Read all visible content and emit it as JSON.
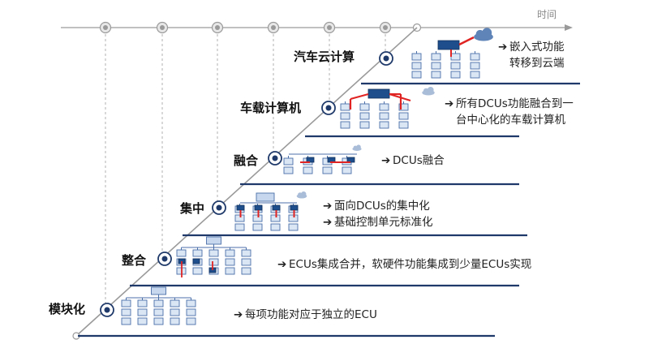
{
  "axis": {
    "time_label": "时间"
  },
  "colors": {
    "timeline": "#9a9a9a",
    "stair": "#1f3a6a",
    "box_fill": "#dbe6f5",
    "box_stroke": "#4b6fa8",
    "chip": "#1f4e8c",
    "link": "#e02424",
    "cloud": "#5f84b8"
  },
  "stages": [
    {
      "label": "模块化",
      "desc": [
        "每项功能对应于独立的ECU"
      ]
    },
    {
      "label": "整合",
      "desc": [
        "ECUs集成合并，软硬件功能集成到少量ECUs实现"
      ]
    },
    {
      "label": "集中",
      "desc": [
        "面向DCUs的集中化",
        "基础控制单元标准化"
      ]
    },
    {
      "label": "融合",
      "desc": [
        "DCUs融合"
      ]
    },
    {
      "label": "车载计算机",
      "desc": [
        "所有DCUs功能融合到一",
        "台中心化的车载计算机"
      ]
    },
    {
      "label": "汽车云计算",
      "desc": [
        "嵌入式功能",
        "转移到云端"
      ]
    }
  ]
}
